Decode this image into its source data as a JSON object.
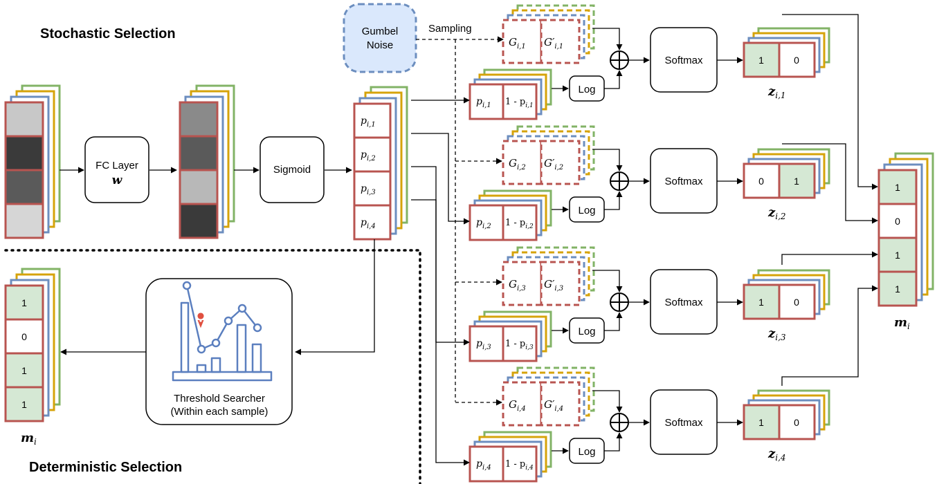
{
  "headings": {
    "stochastic": "Stochastic Selection",
    "deterministic": "Deterministic Selection"
  },
  "nodes": {
    "gumbel_line1": "Gumbel",
    "gumbel_line2": "Noise",
    "sampling": "Sampling",
    "fc_line1": "FC Layer",
    "fc_line2": "w",
    "sigmoid": "Sigmoid",
    "softmax": "Softmax",
    "log": "Log",
    "threshold_line1": "Threshold Searcher",
    "threshold_line2": "(Within each sample)"
  },
  "probs": [
    "p",
    "1 - p"
  ],
  "prob_index_base": "i,",
  "p_stack": [
    {
      "main": "p",
      "sub": "i,1"
    },
    {
      "main": "p",
      "sub": "i,2"
    },
    {
      "main": "p",
      "sub": "i,3"
    },
    {
      "main": "p",
      "sub": "i,4"
    }
  ],
  "gumbel_rows": [
    {
      "g": "G",
      "gp": "G′",
      "sub": "i,1"
    },
    {
      "g": "G",
      "gp": "G′",
      "sub": "i,2"
    },
    {
      "g": "G",
      "gp": "G′",
      "sub": "i,3"
    },
    {
      "g": "G",
      "gp": "G′",
      "sub": "i,4"
    }
  ],
  "z_outputs": [
    {
      "left": "1",
      "right": "0",
      "label_main": "z",
      "label_sub": "i,1"
    },
    {
      "left": "0",
      "right": "1",
      "label_main": "z",
      "label_sub": "i,2"
    },
    {
      "left": "1",
      "right": "0",
      "label_main": "z",
      "label_sub": "i,3"
    },
    {
      "left": "1",
      "right": "0",
      "label_main": "z",
      "label_sub": "i,4"
    }
  ],
  "mask_right": {
    "values": [
      "1",
      "0",
      "1",
      "1"
    ],
    "label_main": "m",
    "label_sub": "i"
  },
  "mask_left": {
    "values": [
      "1",
      "0",
      "1",
      "1"
    ],
    "label_main": "m",
    "label_sub": "i"
  },
  "colors": {
    "red": "#b85450",
    "blue": "#6c8ebf",
    "yellow": "#d6a30a",
    "green": "#82b366",
    "green_fill": "#d5e8d4",
    "gumbel_fill": "#dae8fc",
    "chart_blue": "#5b7fbf",
    "pin": "#e05040"
  }
}
